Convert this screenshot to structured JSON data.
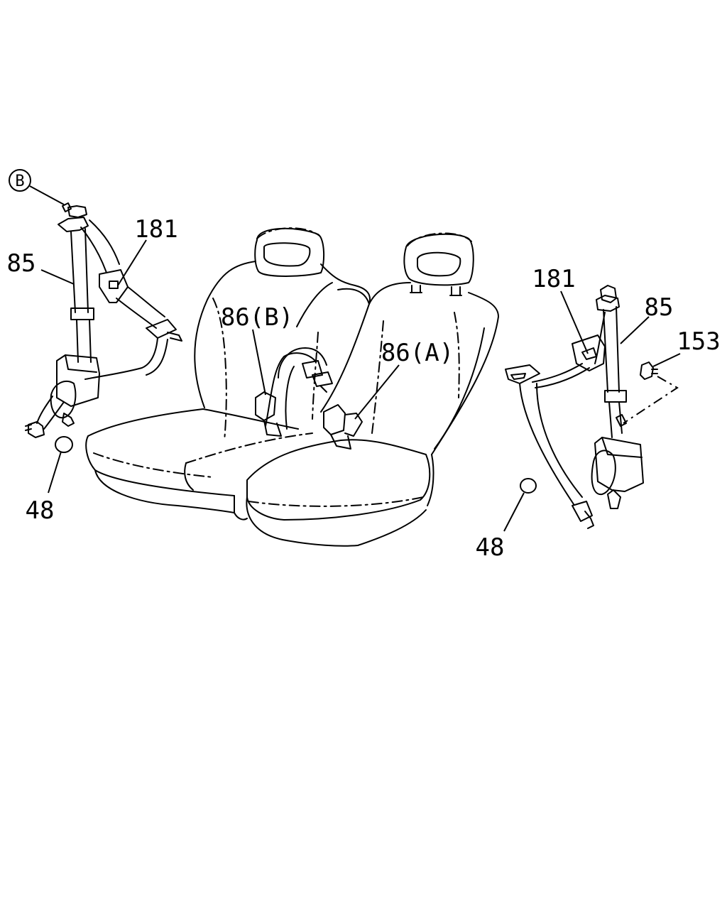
{
  "callouts": {
    "ref_b": "B",
    "left_guide": "181",
    "left_retractor": "85",
    "left_cap": "48",
    "buckle_b": "86(B)",
    "buckle_a": "86(A)",
    "right_guide": "181",
    "right_retractor": "85",
    "right_bolt": "153",
    "right_cap": "48"
  }
}
